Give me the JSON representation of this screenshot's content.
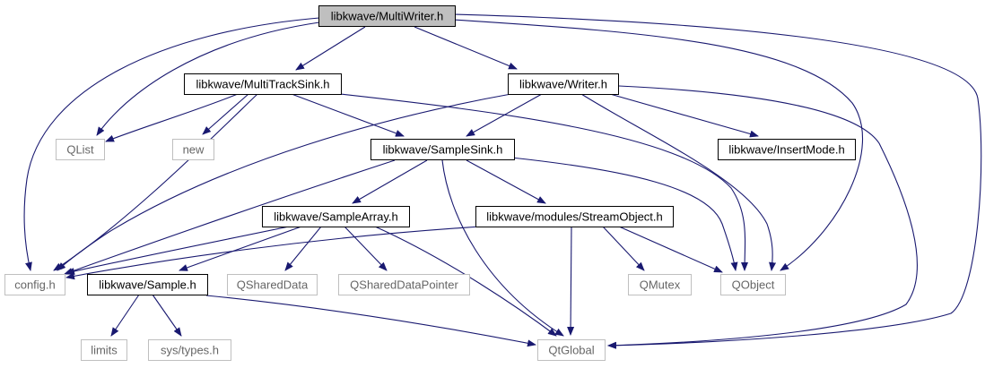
{
  "colors": {
    "edge": "#191970",
    "root_fill": "#bfbfbf",
    "node_border": "#000000",
    "external_border": "#bfbfbf",
    "external_text": "#666666",
    "node_text": "#000000"
  },
  "graph": {
    "nodes": [
      {
        "id": "multiwriter",
        "label": "libkwave/MultiWriter.h",
        "kind": "root"
      },
      {
        "id": "multitracksink",
        "label": "libkwave/MultiTrackSink.h",
        "kind": "header"
      },
      {
        "id": "writer",
        "label": "libkwave/Writer.h",
        "kind": "header"
      },
      {
        "id": "qlist",
        "label": "QList",
        "kind": "external"
      },
      {
        "id": "new",
        "label": "new",
        "kind": "external"
      },
      {
        "id": "samplesink",
        "label": "libkwave/SampleSink.h",
        "kind": "header"
      },
      {
        "id": "insertmode",
        "label": "libkwave/InsertMode.h",
        "kind": "header"
      },
      {
        "id": "samplearray",
        "label": "libkwave/SampleArray.h",
        "kind": "header"
      },
      {
        "id": "streamobject",
        "label": "libkwave/modules/StreamObject.h",
        "kind": "header"
      },
      {
        "id": "config",
        "label": "config.h",
        "kind": "external"
      },
      {
        "id": "sample",
        "label": "libkwave/Sample.h",
        "kind": "header"
      },
      {
        "id": "qshareddata",
        "label": "QSharedData",
        "kind": "external"
      },
      {
        "id": "qshareddatapointer",
        "label": "QSharedDataPointer",
        "kind": "external"
      },
      {
        "id": "qmutex",
        "label": "QMutex",
        "kind": "external"
      },
      {
        "id": "qobject",
        "label": "QObject",
        "kind": "external"
      },
      {
        "id": "limits",
        "label": "limits",
        "kind": "external"
      },
      {
        "id": "systypes",
        "label": "sys/types.h",
        "kind": "external"
      },
      {
        "id": "qtglobal",
        "label": "QtGlobal",
        "kind": "external"
      }
    ],
    "edges": [
      {
        "from": "multiwriter",
        "to": "multitracksink"
      },
      {
        "from": "multiwriter",
        "to": "writer"
      },
      {
        "from": "multiwriter",
        "to": "qlist"
      },
      {
        "from": "multiwriter",
        "to": "config"
      },
      {
        "from": "multiwriter",
        "to": "qobject"
      },
      {
        "from": "multiwriter",
        "to": "qtglobal"
      },
      {
        "from": "multitracksink",
        "to": "qlist"
      },
      {
        "from": "multitracksink",
        "to": "new"
      },
      {
        "from": "multitracksink",
        "to": "samplesink"
      },
      {
        "from": "multitracksink",
        "to": "config"
      },
      {
        "from": "multitracksink",
        "to": "qobject"
      },
      {
        "from": "writer",
        "to": "samplesink"
      },
      {
        "from": "writer",
        "to": "insertmode"
      },
      {
        "from": "writer",
        "to": "config"
      },
      {
        "from": "writer",
        "to": "qobject"
      },
      {
        "from": "writer",
        "to": "qtglobal"
      },
      {
        "from": "samplesink",
        "to": "samplearray"
      },
      {
        "from": "samplesink",
        "to": "streamobject"
      },
      {
        "from": "samplesink",
        "to": "config"
      },
      {
        "from": "samplesink",
        "to": "qobject"
      },
      {
        "from": "samplesink",
        "to": "qtglobal"
      },
      {
        "from": "samplearray",
        "to": "config"
      },
      {
        "from": "samplearray",
        "to": "sample"
      },
      {
        "from": "samplearray",
        "to": "qshareddata"
      },
      {
        "from": "samplearray",
        "to": "qshareddatapointer"
      },
      {
        "from": "samplearray",
        "to": "qtglobal"
      },
      {
        "from": "streamobject",
        "to": "config"
      },
      {
        "from": "streamobject",
        "to": "qmutex"
      },
      {
        "from": "streamobject",
        "to": "qobject"
      },
      {
        "from": "streamobject",
        "to": "qtglobal"
      },
      {
        "from": "sample",
        "to": "limits"
      },
      {
        "from": "sample",
        "to": "systypes"
      },
      {
        "from": "sample",
        "to": "qtglobal"
      }
    ]
  }
}
